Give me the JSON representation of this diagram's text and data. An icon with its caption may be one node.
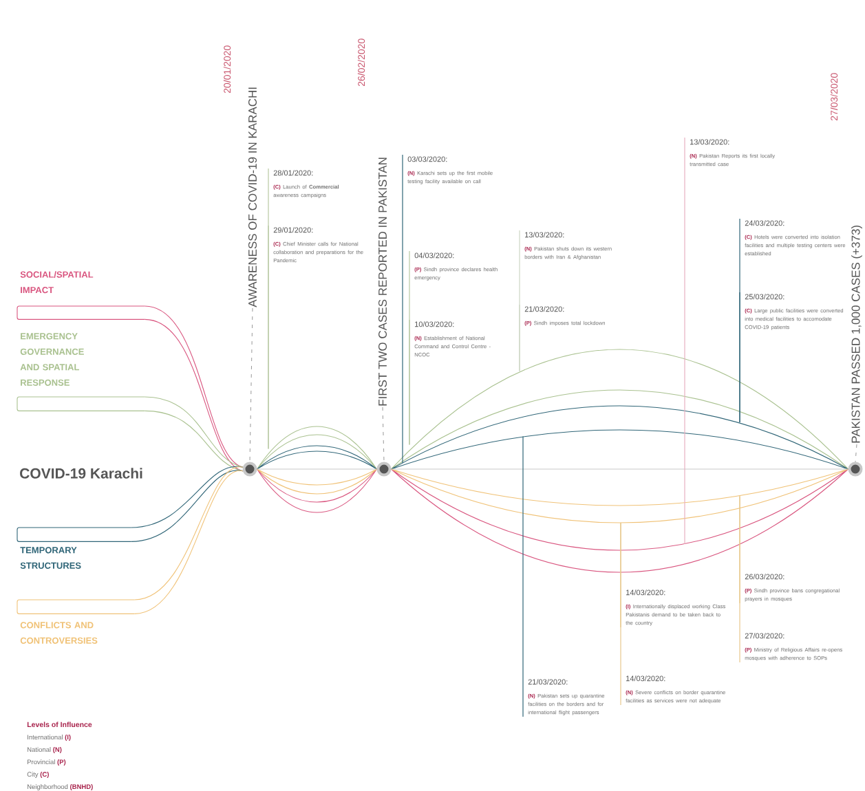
{
  "diagram": {
    "title": "COVID-19 Karachi",
    "nodes": [
      {
        "text": [
          "SOCIAL/SPATIAL IMPACT"
        ]
      },
      {
        "text": [
          "EMERGENCY GOVERNANCE AND SPATIAL RESPONSE"
        ]
      },
      {
        "text": [
          "TEMPORARY STRUCTURES"
        ]
      },
      {
        "text": [
          "CONFLICTS AND CONTROVERSIES"
        ]
      },
      {
        "text": [],
        "shape": "circle"
      },
      {
        "text": [],
        "shape": "circle"
      },
      {
        "text": [],
        "shape": "circle"
      },
      {
        "text": [
          "28/01/2020:",
          "(C)",
          "Launch of **Commercial** awareness campaigns"
        ]
      },
      {
        "text": [
          "29/01/2020:",
          "(C)",
          "Chief Minister calls for National collaboration and preparations for the Pandemic"
        ]
      },
      {
        "text": [
          "03/03/2020:",
          "(N)",
          "Karachi sets up the first mobile testing facility available on call"
        ]
      },
      {
        "text": [
          "04/03/2020:",
          "(P)",
          "Sindh province declares health emergency"
        ]
      },
      {
        "text": [
          "10/03/2020:",
          "(N)",
          "Establishment of National Command and Control Centre - NCOC"
        ]
      },
      {
        "text": [
          "13/03/2020:",
          "(N)",
          "Pakistan shuts down its western borders with Iran & Afghanistan"
        ]
      },
      {
        "text": [
          "21/03/2020:",
          "(P)",
          "Sindh imposes total lockdown"
        ]
      },
      {
        "text": [
          "13/03/2020:",
          "(N)",
          "Pakistan Reports its first locally transmitted case"
        ]
      },
      {
        "text": [
          "24/03/2020:",
          "(C)",
          "Hotels were converted into isolation facilities and multiple testing centers were established"
        ]
      },
      {
        "text": [
          "25/03/2020:",
          "(C)",
          "Large public facilities were converted into medical facilities to accomodate COVID-19 patients"
        ]
      },
      {
        "text": [
          "14/03/2020:",
          "(I)",
          "Internationally displaced working Class Pakistanis demand to be taken back to the country"
        ]
      },
      {
        "text": [
          "14/03/2020:",
          "(N)",
          "Severe conflicts on border quarantine facilities as services were not adequate"
        ]
      },
      {
        "text": [
          "21/03/2020:",
          "(N)",
          "Pakistan sets up quarantine facilities on the borders and for international flight passengers"
        ]
      },
      {
        "text": [
          "26/03/2020:",
          "(P)",
          "Sindh province bans congregational prayers in mosques"
        ]
      },
      {
        "text": [
          "27/03/2020:",
          "(P)",
          "Ministry of Religious Affairs re-opens mosques with adherence to SOPs"
        ]
      },
      {
        "text": [
          "AWARENESS OF COVID-19 IN KARACHI"
        ],
        "beside": [
          "20/01/2020"
        ]
      },
      {
        "text": [
          "FIRST TWO CASES REPORTED IN PAKISTAN"
        ],
        "beside": [
          "26/02/2020"
        ]
      },
      {
        "text": [
          "PAKISTAN PASSED 1,000 CASES (+373)"
        ],
        "beside": [
          "27/03/2020"
        ]
      }
    ],
    "edges": [
      {
        "from": 0,
        "to": 4,
        "arrow": "none",
        "color": "#d9557f"
      },
      {
        "from": 1,
        "to": 4,
        "arrow": "none",
        "color": "#a9c18f"
      },
      {
        "from": 2,
        "to": 4,
        "arrow": "none",
        "color": "#2f6577"
      },
      {
        "from": 3,
        "to": 4,
        "arrow": "none",
        "color": "#f0c277"
      },
      {
        "from": 4,
        "to": 5,
        "arrow": "none",
        "color": "#d9557f"
      },
      {
        "from": 4,
        "to": 5,
        "arrow": "none",
        "color": "#a9c18f"
      },
      {
        "from": 4,
        "to": 5,
        "arrow": "none",
        "color": "#2f6577"
      },
      {
        "from": 4,
        "to": 5,
        "arrow": "none",
        "color": "#f0c277"
      },
      {
        "from": 5,
        "to": 6,
        "arrow": "none",
        "color": "#d9557f"
      },
      {
        "from": 5,
        "to": 6,
        "arrow": "none",
        "color": "#a9c18f"
      },
      {
        "from": 5,
        "to": 6,
        "arrow": "none",
        "color": "#2f6577"
      },
      {
        "from": 5,
        "to": 6,
        "arrow": "none",
        "color": "#f0c277"
      },
      {
        "from": 4,
        "to": 5,
        "arrow": "none",
        "color": "#c8c8c8"
      },
      {
        "from": 5,
        "to": 6,
        "arrow": "none",
        "color": "#c8c8c8"
      },
      {
        "from": 7,
        "to": null,
        "arrow": "none",
        "color": "#b8c9a2"
      },
      {
        "from": 8,
        "to": null,
        "arrow": "none",
        "color": "#b8c9a2"
      },
      {
        "from": 9,
        "to": null,
        "arrow": "none",
        "color": "#2f6577"
      },
      {
        "from": 10,
        "to": null,
        "arrow": "none",
        "color": "#b8c9a2"
      },
      {
        "from": 11,
        "to": null,
        "arrow": "none",
        "color": "#b8c9a2"
      },
      {
        "from": 12,
        "to": null,
        "arrow": "none",
        "color": "#cdd6c4"
      },
      {
        "from": 13,
        "to": null,
        "arrow": "none",
        "color": "#cdd6c4"
      },
      {
        "from": 14,
        "to": null,
        "arrow": "none",
        "color": "#e8b0c0"
      },
      {
        "from": 15,
        "to": null,
        "arrow": "none",
        "color": "#2f6577"
      },
      {
        "from": 16,
        "to": null,
        "arrow": "none",
        "color": "#2f6577"
      },
      {
        "from": 17,
        "to": null,
        "arrow": "none",
        "color": "#e8c88c"
      },
      {
        "from": 18,
        "to": null,
        "arrow": "none",
        "color": "#e8c88c"
      },
      {
        "from": 19,
        "to": null,
        "arrow": "none",
        "color": "#2f6577"
      },
      {
        "from": 20,
        "to": null,
        "arrow": "none",
        "color": "#e8c88c"
      },
      {
        "from": 21,
        "to": null,
        "arrow": "none",
        "color": "#e8c88c"
      },
      {
        "from": 22,
        "to": 4,
        "arrow": "none",
        "style": "dashed",
        "color": "#8c8c8c"
      },
      {
        "from": 23,
        "to": 5,
        "arrow": "none",
        "style": "dashed",
        "color": "#8c8c8c"
      },
      {
        "from": 24,
        "to": 6,
        "arrow": "none",
        "style": "dashed",
        "color": "#8c8c8c"
      }
    ],
    "labels": [
      "Levels of Influence",
      "International",
      "(I)",
      "National",
      "(N)",
      "Provincial",
      "(P)",
      "City",
      "(C)",
      "Neighborhood",
      "(BNHD)"
    ]
  }
}
